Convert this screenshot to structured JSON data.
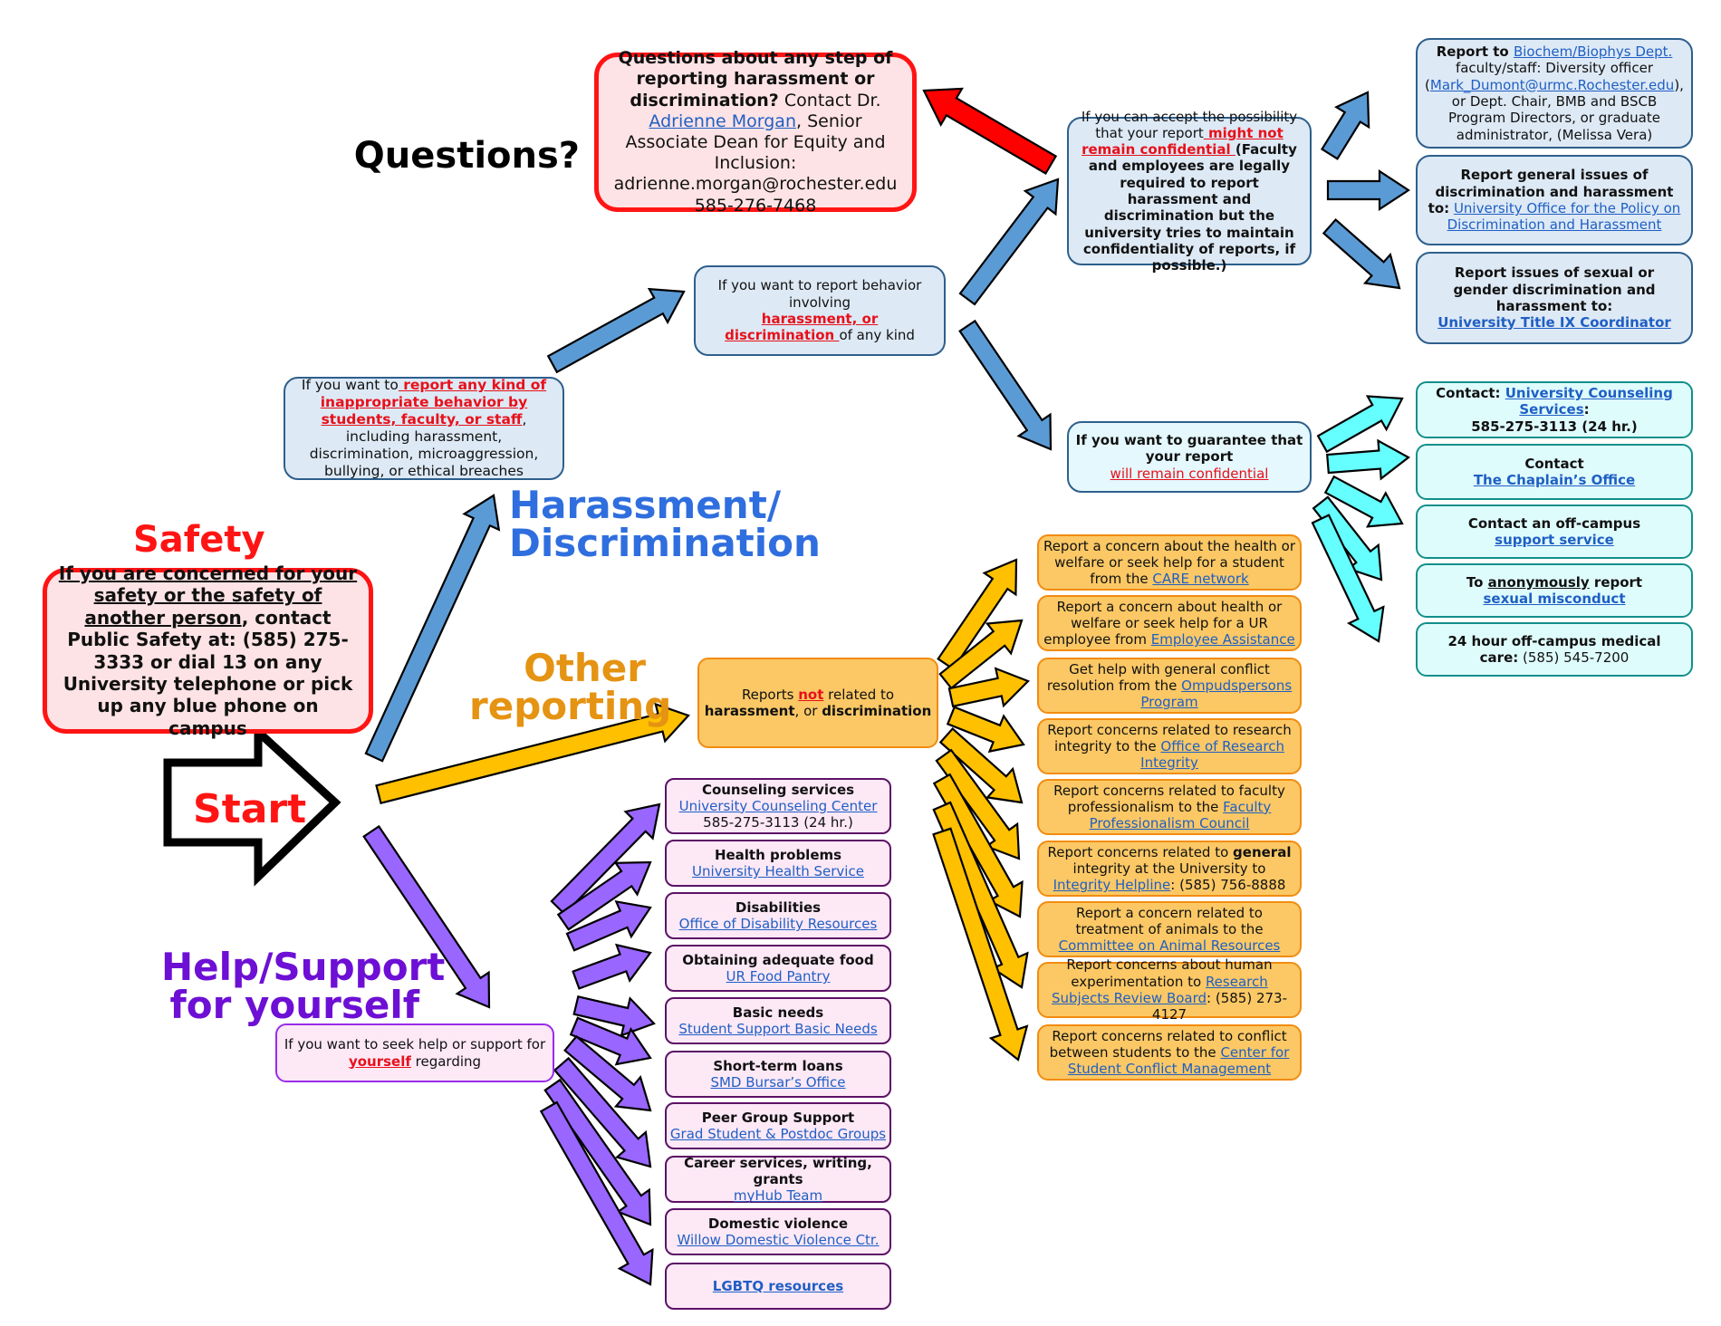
{
  "colors": {
    "red": "#ff1414",
    "harassment_blue": "#2f6ede",
    "other_orange": "#e59312",
    "help_purple": "#6d0fd4",
    "arrow_blue": "#5b9bd5",
    "arrow_orange": "#ffc000",
    "arrow_purple": "#9966ff",
    "arrow_cyan": "#66ffff",
    "link_blue": "#1f5fc4"
  },
  "headings": {
    "questions": "Questions?",
    "safety": "Safety",
    "start": "Start",
    "harassment": [
      "Harassment/",
      "Discrimination"
    ],
    "other": [
      "Other",
      "reporting"
    ],
    "help": [
      "Help/Support",
      "for yourself"
    ]
  },
  "questions_box": {
    "bold": "Questions about any step of reporting harassment or discrimination?",
    "pre": " Contact Dr.",
    "link": "Adrienne Morgan",
    "post": ", Senior Associate Dean for Equity and Inclusion:",
    "email": "adrienne.morgan@rochester.edu",
    "phone": "585-276-7468"
  },
  "safety_box": {
    "underlined": "If you are concerned for your safety or the safety of another person",
    "rest": ", contact Public Safety at: (585) 275-3333 or dial 13 on any University telephone or pick up any blue phone on campus"
  },
  "report_any_box": {
    "pre": "If you want to",
    "red": " report any kind of inappropriate behavior by students, faculty, or staff",
    "post": ", including harassment, discrimination, microaggression, bullying, or ethical breaches"
  },
  "harassment_box": {
    "pre": "If you want to report behavior involving",
    "red": "harassment, or discrimination ",
    "post": "of any kind"
  },
  "not_confidential_box": {
    "pre": "If you can accept the possibility that your report",
    "red": " might  not remain confidential ",
    "post": " (Faculty and employees are legally required to report harassment and discrimination but the university tries to maintain confidentiality of  reports, if possible.)"
  },
  "confidential_box": {
    "pre": "If you want to guarantee that  your report",
    "red": "will remain confidential"
  },
  "report_targets": [
    {
      "bold": "Report to ",
      "link": "Biochem/Biophys Dept.",
      "text1": " faculty/staff: Diversity officer (",
      "link2": "Mark_Dumont@urmc.Rochester.edu",
      "text2": "), or Dept. Chair, BMB and BSCB Program Directors, or graduate administrator, (Melissa Vera)"
    },
    {
      "bold": "Report general issues of discrimination and harassment to:",
      "link": "University Office for the Policy on Discrimination and Harassment"
    },
    {
      "bold": "Report issues of sexual or gender discrimination and harassment to:",
      "link": "University Title IX Coordinator"
    }
  ],
  "confidential_targets": [
    {
      "pre": "Contact: ",
      "link": "University Counseling Services",
      "post": ":",
      "extra": "585-275-3113 (24 hr.)"
    },
    {
      "pre": "Contact",
      "link": "The Chaplain’s Office"
    },
    {
      "pre": "Contact an off-campus",
      "link": "support service"
    },
    {
      "pre": "To ",
      "u": "anonymously",
      "post": " report",
      "link": "sexual misconduct"
    },
    {
      "pre": "24 hour off-campus medical care:",
      "plain": " (585) 545-7200"
    }
  ],
  "other_box": {
    "pre": "Reports ",
    "red": "not",
    "post": " related to",
    "bold1": "harassment",
    "mid": ", or ",
    "bold2": "discrimination"
  },
  "other_targets": [
    {
      "text": "Report a concern about the health or welfare or seek help for a student from the ",
      "link": "CARE network",
      "after": ""
    },
    {
      "text": "Report a concern about health or welfare or seek help for a UR employee from ",
      "link": "Employee Assistance",
      "after": ""
    },
    {
      "text": "Get help with general conflict resolution from the ",
      "link": "Ompudspersons Program",
      "after": ""
    },
    {
      "text": "Report concerns related to research integrity to the ",
      "link": "Office of Research Integrity",
      "after": ""
    },
    {
      "text": "Report concerns related to faculty professionalism to the ",
      "link": "Faculty Professionalism Council",
      "after": ""
    },
    {
      "text": "Report concerns related to ",
      "bold": "general",
      "text2": " integrity at the University to ",
      "link": "Integrity Helpline",
      "after": ": (585) 756-8888"
    },
    {
      "text": "Report a concern related to treatment of animals to the ",
      "link": "Committee on Animal Resources",
      "after": ""
    },
    {
      "text": "Report concerns about human experimentation to ",
      "link": "Research Subjects Review Board",
      "after": ": (585) 273-4127"
    },
    {
      "text": "Report concerns related to conflict between students to the ",
      "link": "Center for Student Conflict Management",
      "after": ""
    }
  ],
  "help_box": {
    "pre": "If you want to seek help or support for",
    "red": "yourself",
    "post": " regarding"
  },
  "help_targets": [
    {
      "title": "Counseling services",
      "link": "University Counseling Center",
      "extra": "585-275-3113 (24 hr.)"
    },
    {
      "title": "Health problems",
      "link": "University Health Service"
    },
    {
      "title": "Disabilities",
      "link": "Office of Disability Resources"
    },
    {
      "title": "Obtaining adequate food",
      "link": "UR Food Pantry"
    },
    {
      "title": "Basic needs",
      "link": "Student Support Basic Needs"
    },
    {
      "title": "Short-term loans",
      "link": "SMD Bursar’s Office"
    },
    {
      "title": "Peer Group Support",
      "link": "Grad Student & Postdoc Groups"
    },
    {
      "title": "Career services, writing, grants",
      "link": "myHub Team"
    },
    {
      "title": "Domestic violence",
      "link": "Willow Domestic Violence Ctr."
    },
    {
      "link": "LGBTQ resources"
    }
  ]
}
